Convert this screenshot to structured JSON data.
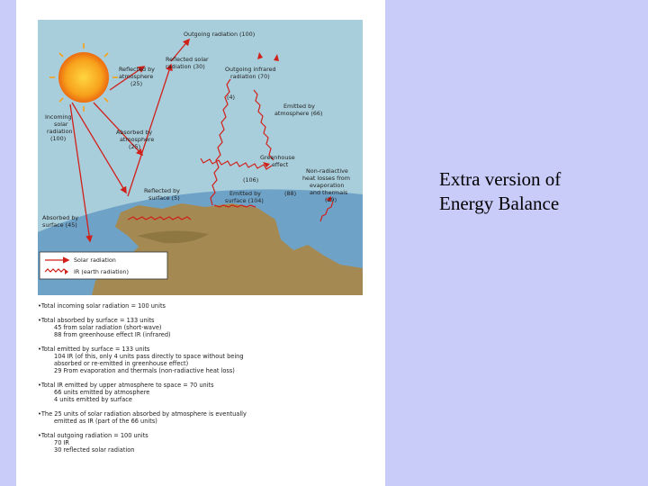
{
  "caption": {
    "line1": "Extra version of",
    "line2": "Energy Balance"
  },
  "diagram": {
    "labels": {
      "outgoing": "Outgoing radiation (100)",
      "reflected_solar": [
        "Reflected solar",
        "radiation (30)"
      ],
      "reflected_atm": [
        "Reflected by",
        "atmosphere",
        "(25)"
      ],
      "outgoing_ir": [
        "Outgoing infrared",
        "radiation (70)"
      ],
      "four": "(4)",
      "emitted_atm": [
        "Emitted by",
        "atmosphere (66)"
      ],
      "incoming": [
        "Incoming",
        "solar",
        "radiation",
        "(100)"
      ],
      "absorbed_atm": [
        "Absorbed by",
        "atmosphere",
        "(25)"
      ],
      "greenhouse": [
        "Greenhouse",
        "effect"
      ],
      "nonrad": [
        "Non-radiactive",
        "heat losses from",
        "evaporation",
        "and thermals",
        "(29)"
      ],
      "hundred_six": "(106)",
      "eighty_eight": "(88)",
      "reflected_surface": [
        "Reflected by",
        "surface (5)"
      ],
      "emitted_surface": [
        "Emitted by",
        "surface (104)"
      ],
      "absorbed_surface": [
        "Absorbed by",
        "surface (45)"
      ]
    },
    "legend": {
      "solar": "Solar radiation",
      "ir": "IR (earth radiation)"
    },
    "colors": {
      "sky": "#a9cedb",
      "land": "#a48a52",
      "ocean": "#6fa2c7",
      "arrow": "#d0201a",
      "sun": "#f5a21a"
    }
  },
  "notes": [
    {
      "main": "Total incoming solar radiation = 100 units",
      "subs": []
    },
    {
      "main": "Total absorbed by surface = 133 units",
      "subs": [
        "45 from solar radiation (short-wave)",
        "88 from greenhouse effect IR (infrared)"
      ]
    },
    {
      "main": "Total emitted by surface = 133 units",
      "subs": [
        "104 IR (of this, only 4 units pass directly to space without being",
        "absorbed or re-emitted in greenhouse effect)",
        "29 From evaporation and thermals (non-radiactive heat loss)"
      ]
    },
    {
      "main": "Total IR emitted by upper atmosphere to space = 70 units",
      "subs": [
        "66 units emitted by atmosphere",
        "4 units emitted by surface"
      ]
    },
    {
      "main": "The 25 units of solar radiation absorbed by atmosphere is eventually",
      "subs": [
        "emitted as IR (part of the 66 units)"
      ]
    },
    {
      "main": "Total outgoing radiation = 100 units",
      "subs": [
        "70 IR",
        "30 reflected solar radiation"
      ]
    }
  ]
}
